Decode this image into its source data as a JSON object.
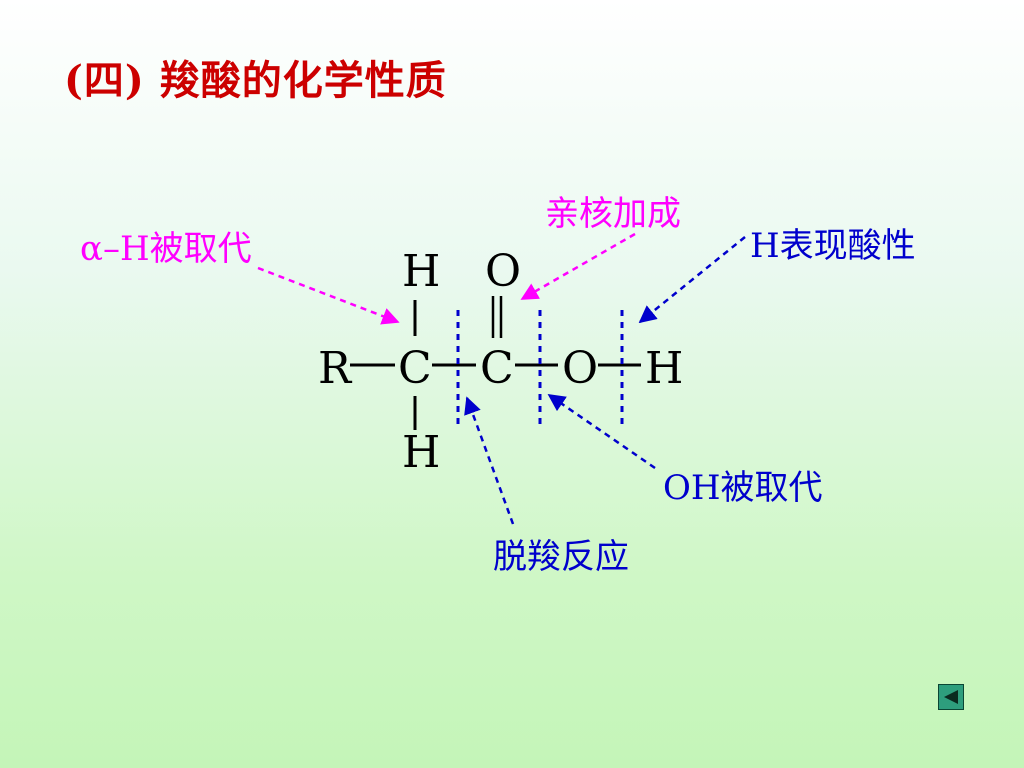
{
  "title": "(四) 羧酸的化学性质",
  "labels": {
    "nucleophilic_addition": "亲核加成",
    "alpha_h_substitution": "α–H被取代",
    "h_acidity": "H表现酸性",
    "oh_substitution": "OH被取代",
    "decarboxylation": "脱羧反应"
  },
  "atoms": {
    "r": "R",
    "c_alpha": "C",
    "c_carbonyl": "C",
    "o_single": "O",
    "h_acid": "H",
    "h_top": "H",
    "h_bottom": "H",
    "o_double": "O"
  },
  "colors": {
    "title": "#cc0000",
    "magenta": "#ff00ff",
    "blue": "#0000cc"
  },
  "icons": {
    "nav_back": "back-triangle-icon"
  }
}
